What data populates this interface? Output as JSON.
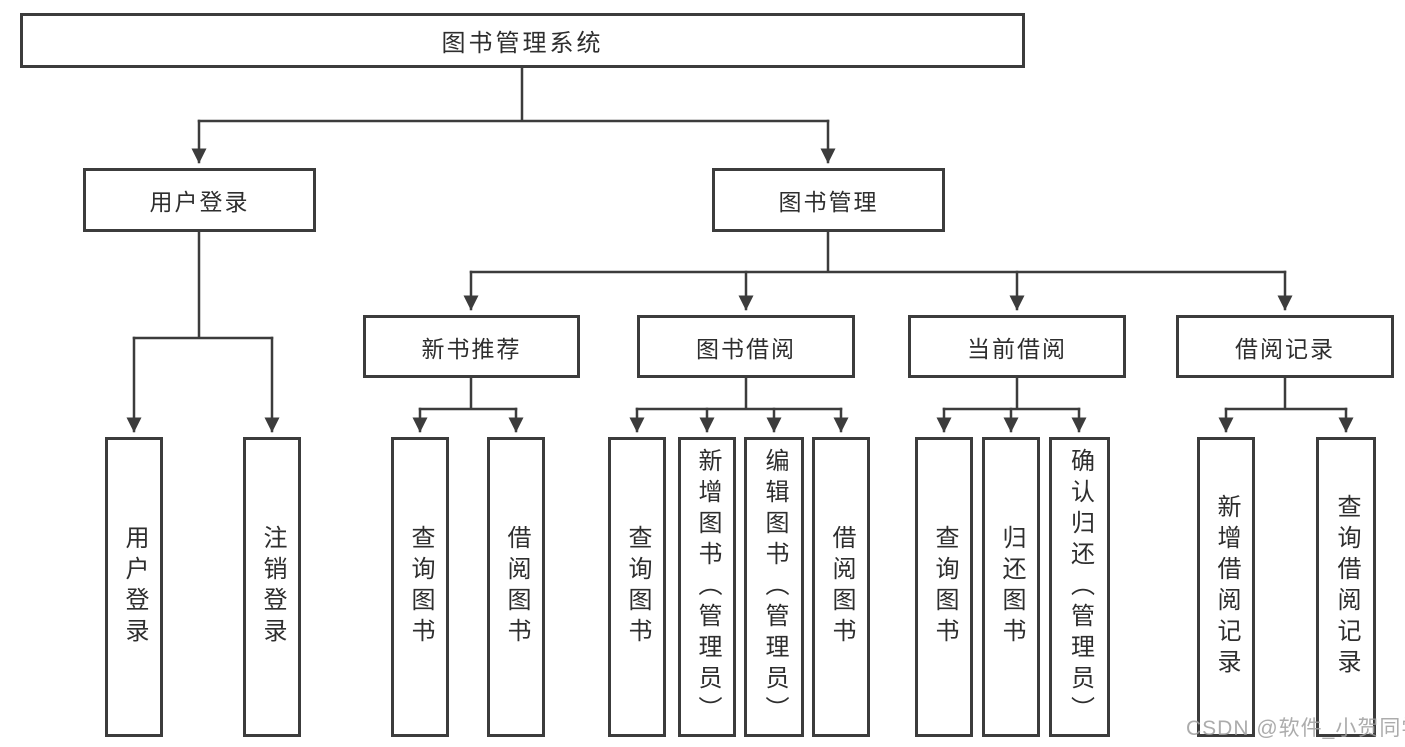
{
  "diagram": {
    "root": {
      "label": "图书管理系统"
    },
    "level1": {
      "login": {
        "label": "用户登录"
      },
      "management": {
        "label": "图书管理"
      }
    },
    "level2": {
      "newbook": {
        "label": "新书推荐"
      },
      "borrow": {
        "label": "图书借阅"
      },
      "current": {
        "label": "当前借阅"
      },
      "records": {
        "label": "借阅记录"
      }
    },
    "leaves": {
      "login": [
        {
          "label": "用户登录"
        },
        {
          "label": "注销登录"
        }
      ],
      "newbook": [
        {
          "label": "查询图书"
        },
        {
          "label": "借阅图书"
        }
      ],
      "borrow": [
        {
          "label": "查询图书"
        },
        {
          "label": "新增图书（管理员）"
        },
        {
          "label": "编辑图书（管理员）"
        },
        {
          "label": "借阅图书"
        }
      ],
      "current": [
        {
          "label": "查询图书"
        },
        {
          "label": "归还图书"
        },
        {
          "label": "确认归还（管理员）"
        }
      ],
      "records": [
        {
          "label": "新增借阅记录"
        },
        {
          "label": "查询借阅记录"
        }
      ]
    }
  },
  "watermark": {
    "text": "CSDN @软件_小贺同学"
  },
  "colors": {
    "line": "#3c3c3c",
    "text": "#2e2e2e",
    "background": "#ffffff",
    "watermark": "#9e9e9e"
  }
}
